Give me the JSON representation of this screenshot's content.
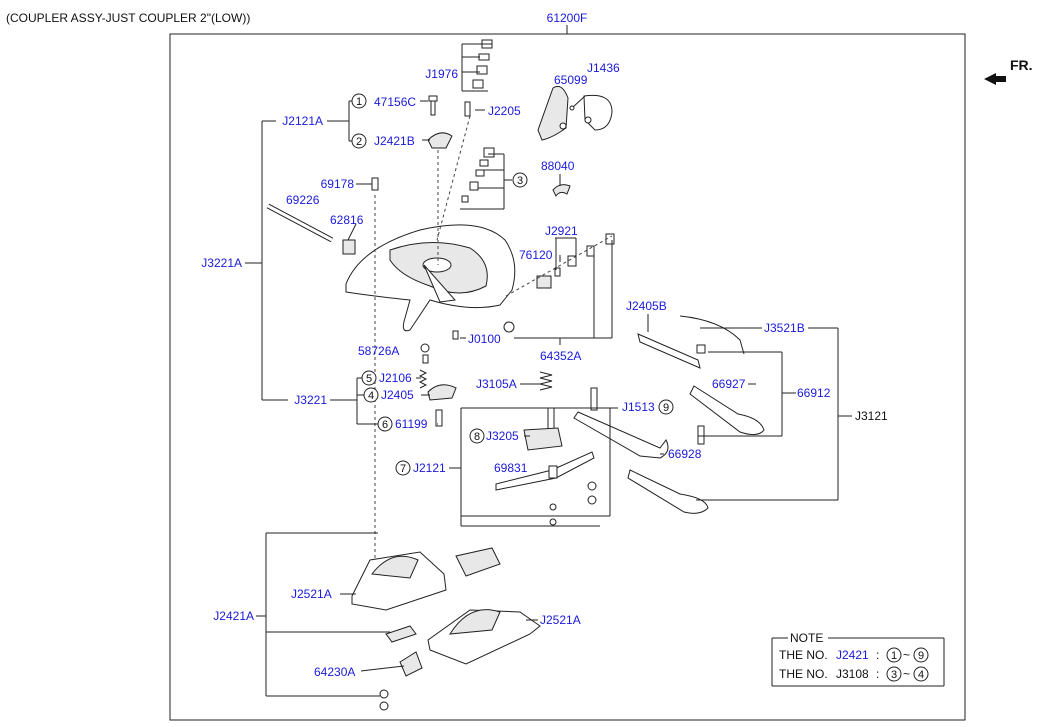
{
  "header": {
    "title": "(COUPLER ASSY-JUST COUPLER 2\"(LOW))"
  },
  "main_part": "61200F",
  "fr": "FR.",
  "labels": {
    "J1976": "J1976",
    "J1436": "J1436",
    "p65099": "65099",
    "p47156C": "47156C",
    "J2205": "J2205",
    "J2121A": "J2121A",
    "J2421B": "J2421B",
    "p88040": "88040",
    "p69178": "69178",
    "p69226": "69226",
    "p62816": "62816",
    "J2921": "J2921",
    "p76120": "76120",
    "J3221A": "J3221A",
    "J2405B": "J2405B",
    "J3521B": "J3521B",
    "J0100": "J0100",
    "p64352A": "64352A",
    "p58726A": "58726A",
    "J2106": "J2106",
    "J2405": "J2405",
    "J3221": "J3221",
    "p61199": "61199",
    "J3105A": "J3105A",
    "J1513": "J1513",
    "p66927": "66927",
    "p66912": "66912",
    "J3121": "J3121",
    "J3205": "J3205",
    "p66928": "66928",
    "J2121": "J2121",
    "p69831": "69831",
    "J2521A_1": "J2521A",
    "J2421A": "J2421A",
    "J2521A_2": "J2521A",
    "p64230A": "64230A"
  },
  "circled": {
    "c1": "1",
    "c2": "2",
    "c3": "3",
    "c4": "4",
    "c5": "5",
    "c6": "6",
    "c7": "7",
    "c8": "8",
    "c9": "9"
  },
  "note": {
    "title": "NOTE",
    "row1_prefix": "THE NO.",
    "row1_code": "J2421",
    "row1_colon": ":",
    "row1_from": "1",
    "row1_sep": "~",
    "row1_to": "9",
    "row2_prefix": "THE NO.",
    "row2_code": "J3108",
    "row2_colon": ":",
    "row2_from": "3",
    "row2_sep": "~",
    "row2_to": "4"
  },
  "colors": {
    "link_blue": "#1a1adc",
    "text_black": "#111111",
    "line": "#222222"
  }
}
